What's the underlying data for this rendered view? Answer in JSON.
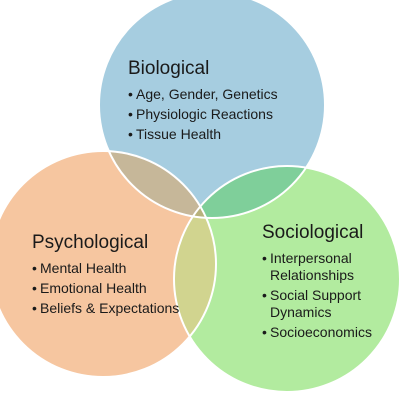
{
  "colors": {
    "biological": "#a6cde0",
    "psychological": "#f6c6a0",
    "sociological": "#b2eb9f",
    "bio_psy_overlap": "#c6b799",
    "bio_soc_overlap": "#7fcf9a",
    "psy_soc_overlap": "#d1d48f",
    "center_overlap": "#b8b27c"
  },
  "circles": [
    {
      "id": "biological",
      "heading": "Biological",
      "items": [
        "Age, Gender, Genetics",
        "Physiologic Reactions",
        "Tissue Health"
      ]
    },
    {
      "id": "psychological",
      "heading": "Psychological",
      "items": [
        "Mental Health",
        "Emotional Health",
        "Beliefs & Expectations"
      ]
    },
    {
      "id": "sociological",
      "heading": "Sociological",
      "items": [
        "Interpersonal Relationships",
        "Social Support Dynamics",
        "Socioeconomics"
      ]
    }
  ]
}
